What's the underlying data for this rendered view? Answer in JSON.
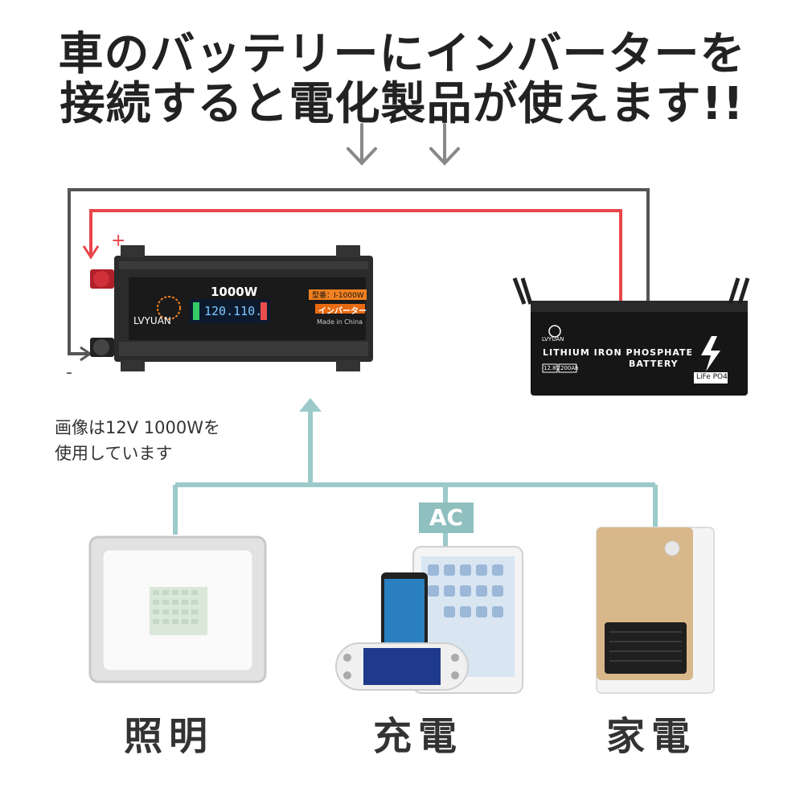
{
  "headline": {
    "line1": "車のバッテリーにインバーターを",
    "line2": "接続すると電化製品が使えます!!"
  },
  "inverter": {
    "brand": "LVYUAN",
    "power": "1000W",
    "model_badge": "型番：I-1000W",
    "category": "インバーター",
    "display": "120.110.",
    "origin": "Made in China",
    "plus": "+",
    "minus": "-"
  },
  "battery": {
    "brand": "LVYUAN",
    "line1": "LITHIUM IRON PHOSPHATE",
    "line2": "BATTERY",
    "voltage": "12.8V",
    "capacity": "200Ah",
    "chem": "LiFe PO4"
  },
  "caption": {
    "line1": "画像は12V 1000Wを",
    "line2": "使用しています"
  },
  "ac_label": "AC",
  "devices": [
    {
      "label": "照明"
    },
    {
      "label": "充電"
    },
    {
      "label": "家電"
    }
  ],
  "colors": {
    "positive_wire": "#e8454a",
    "negative_wire": "#555555",
    "ac_line": "#9cc9c9",
    "arrow": "#888888"
  }
}
